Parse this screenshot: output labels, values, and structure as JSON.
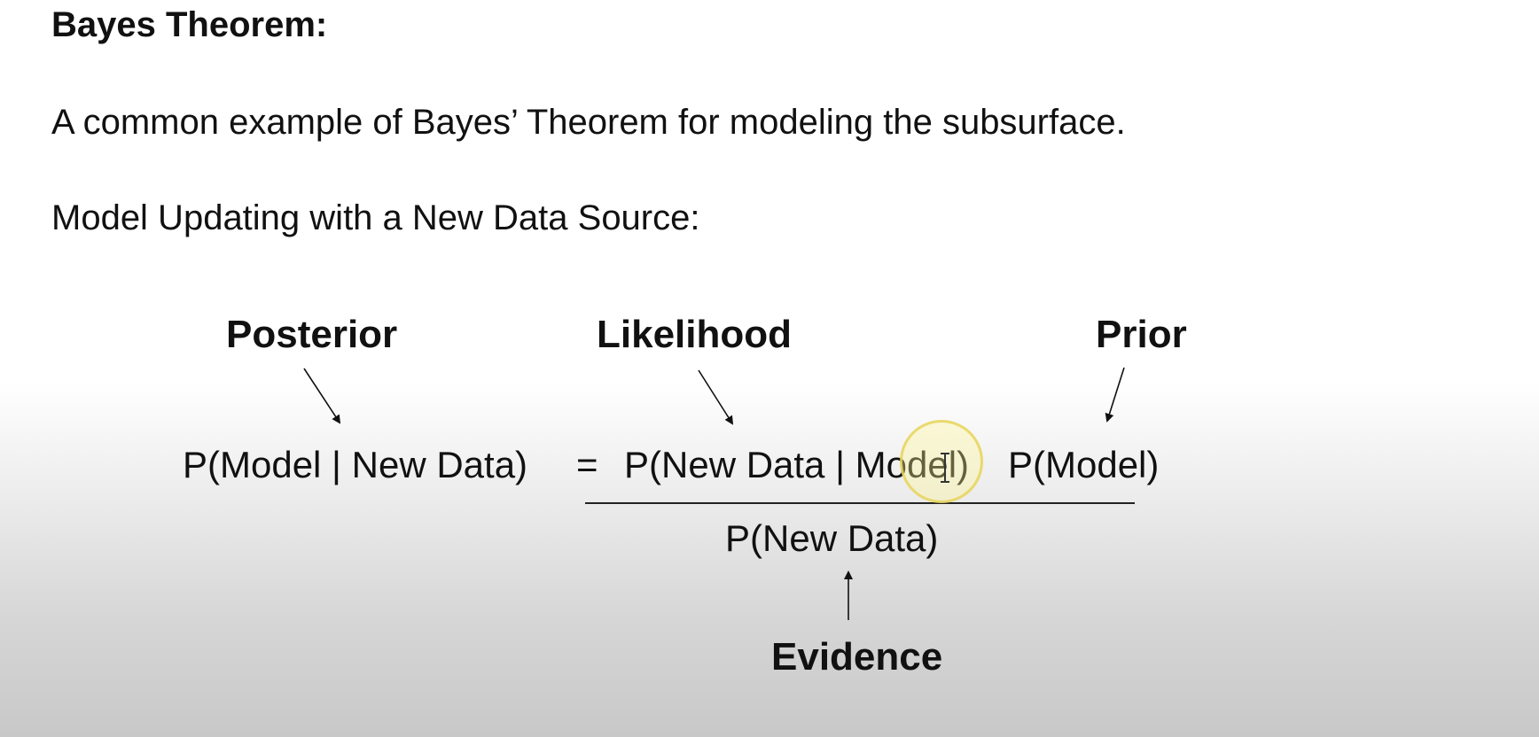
{
  "slide": {
    "title": "Bayes Theorem:",
    "intro": "A common example of Bayes’ Theorem for modeling the subsurface.",
    "subheading": "Model Updating with a New Data Source:"
  },
  "equation": {
    "lhs": "P(Model | New Data)",
    "equals": "=",
    "likelihood_term": "P(New Data | Model)",
    "prior_term": "P(Model)",
    "denominator": "P(New Data)"
  },
  "labels": {
    "posterior": "Posterior",
    "likelihood": "Likelihood",
    "prior": "Prior",
    "evidence": "Evidence"
  },
  "cursor": {
    "icon": "text-cursor-icon",
    "highlight_color": "#f5e98a"
  }
}
